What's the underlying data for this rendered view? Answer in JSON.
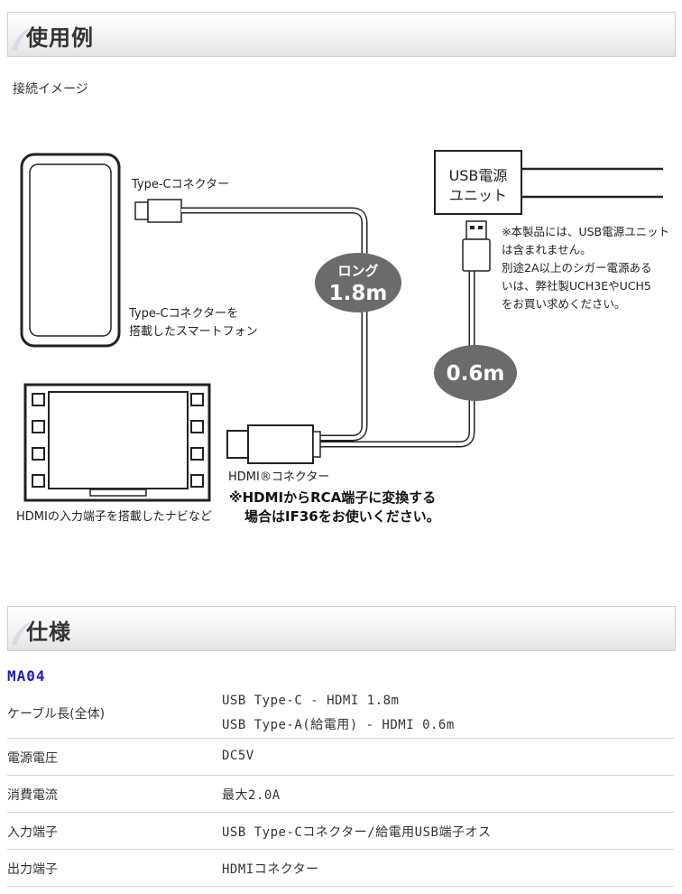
{
  "section_usage": {
    "title": "使用例"
  },
  "caption": "接続イメージ",
  "diagram": {
    "typec_connector": "Type-Cコネクター",
    "smartphone_line1": "Type-Cコネクターを",
    "smartphone_line2": "搭載したスマートフォン",
    "usb_power_line1": "USB電源",
    "usb_power_line2": "ユニット",
    "note_line1": "※本製品には、USB電源ユニット",
    "note_line2": "は含まれません。",
    "note_line3": "別途2A以上のシガー電源ある",
    "note_line4": "いは、弊社製UCH3EやUCH5",
    "note_line5": "をお買い求めください。",
    "badge_long_top": "ロング",
    "badge_long_len": "1.8m",
    "badge_short_len": "0.6m",
    "hdmi_connector": "HDMI®コネクター",
    "rca_note_line1": "※HDMIからRCA端子に変換する",
    "rca_note_line2": "場合はIF36をお使いください。",
    "navi_label": "HDMIの入力端子を搭載したナビなど"
  },
  "section_spec": {
    "title": "仕様"
  },
  "model": "MA04",
  "specs": [
    {
      "label": "ケーブル長(全体)",
      "value1": "USB Type-C - HDMI  1.8m",
      "value2": "USB Type-A(給電用) - HDMI  0.6m"
    },
    {
      "label": "電源電圧",
      "value1": "DC5V"
    },
    {
      "label": "消費電流",
      "value1": "最大2.0A"
    },
    {
      "label": "入力端子",
      "value1": "USB Type-Cコネクター/給電用USB端子オス"
    },
    {
      "label": "出力端子",
      "value1": "HDMIコネクター"
    }
  ],
  "colors": {
    "model_blue": "#1a1ad0",
    "badge_gray": "#6b6b6b"
  }
}
